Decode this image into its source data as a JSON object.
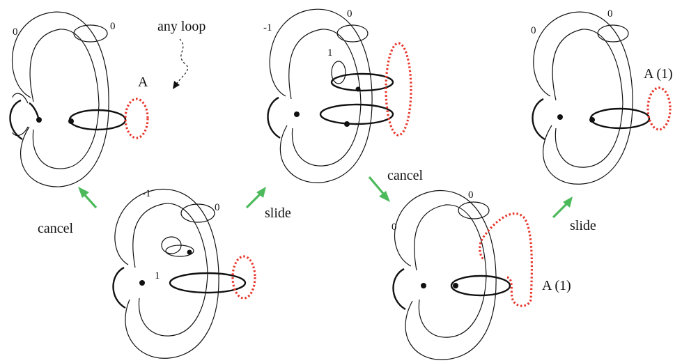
{
  "labels": {
    "d1_frame": "0",
    "d1_ring": "0",
    "d1_A": "A",
    "any_loop": "any loop",
    "d2_frame": "-1",
    "d2_ring": "0",
    "d2_one": "1",
    "d3_frame": "0",
    "d3_ring": "0",
    "d3_A": "A (1)",
    "d4_frame": "-1",
    "d4_ring": "0",
    "d4_one": "1",
    "d5_frame": "0",
    "d5_ring": "0",
    "d5_A": "A (1)",
    "cancel_left": "cancel",
    "slide_mid": "slide",
    "cancel_right": "cancel",
    "slide_right": "slide"
  },
  "colors": {
    "arrow": "#4cba5b",
    "loop": "#e8352b",
    "ink": "#111111"
  }
}
